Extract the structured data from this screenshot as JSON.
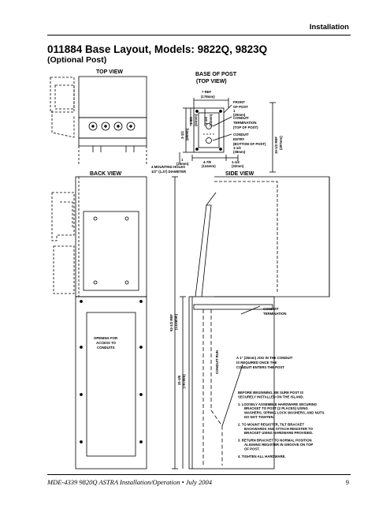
{
  "header": {
    "section": "Installation"
  },
  "title": "011884 Base Layout, Models: 9822Q, 9823Q",
  "subtitle": "(Optional Post)",
  "labels": {
    "top_view": "TOP VIEW",
    "base_of_post": "BASE OF POST",
    "base_top_view": "(TOP VIEW)",
    "back_view": "BACK VIEW",
    "side_view": "SIDE VIEW",
    "mounting_holes_1": "4 MOUNTING HOLES",
    "mounting_holes_2": "1/2\" (1.27) DIAMETER",
    "front_of_post_1": "FRONT",
    "front_of_post_2": "OF POST",
    "conduit_term_1": "CONDUIT",
    "conduit_term_2": "TERMINATION",
    "conduit_term_3": "(TOP OF POST)",
    "conduit_entry_1": "CONDUIT",
    "conduit_entry_2": "ENTRY",
    "conduit_entry_3": "(BOTTOM OF POST)",
    "opening_1": "OPENING FOR",
    "opening_2": "ACCESS TO",
    "opening_3": "CONDUITS",
    "conduit_termination_1": "CONDUIT",
    "conduit_termination_2": "TERMINATION",
    "conduit_run": "CONDUIT RUN",
    "jog_1": "A 1\" (25mm) JOG IN THE CONDUIT",
    "jog_2": "IS REQUIRED ONCE THE",
    "jog_3": "CONDUIT ENTERS THE POST",
    "dims": {
      "d7ref": "7 REF",
      "d7ref_mm": "(178mm)",
      "d1": "1",
      "d1_mm": "(25mm)",
      "d1_1_2": "1-1/2",
      "d1_1_2_mm": "(38mm)",
      "d3_1_2": "3-1/2",
      "d3_1_2_mm": "(89mm)",
      "d1_5_8": "1-5/8",
      "d1_5_8_mm": "(41mm)",
      "d1_1_4_v": "1-1/4",
      "d1_1_4_v_mm": "(32mm)",
      "d4_7_8": "4-7/8",
      "d4_7_8_mm": "(124mm)",
      "d1_1_4": "1-1/4",
      "d1_1_4_mm": "(32mm)",
      "d1_b": "1",
      "d1_b_mm": "(25mm)",
      "d15": "15-1/2 REF",
      "d15_mm": "(397mm)",
      "d52": "52-1/2 REF",
      "d52_mm": "(1334mm)",
      "d31": "31-3/8",
      "d31_mm": "(797mm)"
    },
    "instructions": [
      "BEFORE BEGINNING, BE SURE POST IS",
      "SECURELY INSTALLED ON THE ISLAND.",
      "1. LOOSELY ASSEMBLE HARDWARE SECURING",
      "BRACKET TO POST (2 PLACES) USING",
      "WASHERS, SPRING LOCK WASHERS, AND NUTS.",
      "DO NOT TIGHTEN.",
      "2. TO MOUNT REGISTER, TILT BRACKET",
      "BACKWARDS AND ATTACH REGISTER TO",
      "BRACKET USING HARDWARE PROVIDED.",
      "3. RETURN BRACKET TO NORMAL POSITION",
      "ALIGNING REGISTER IN GROOVE ON TOP",
      "OF POST.",
      "4. TIGHTEN ALL HARDWARE."
    ]
  },
  "footer": {
    "doc": "MDE-4339 9820Q ASTRA Installation/Operation • July 2004",
    "page": "9"
  }
}
